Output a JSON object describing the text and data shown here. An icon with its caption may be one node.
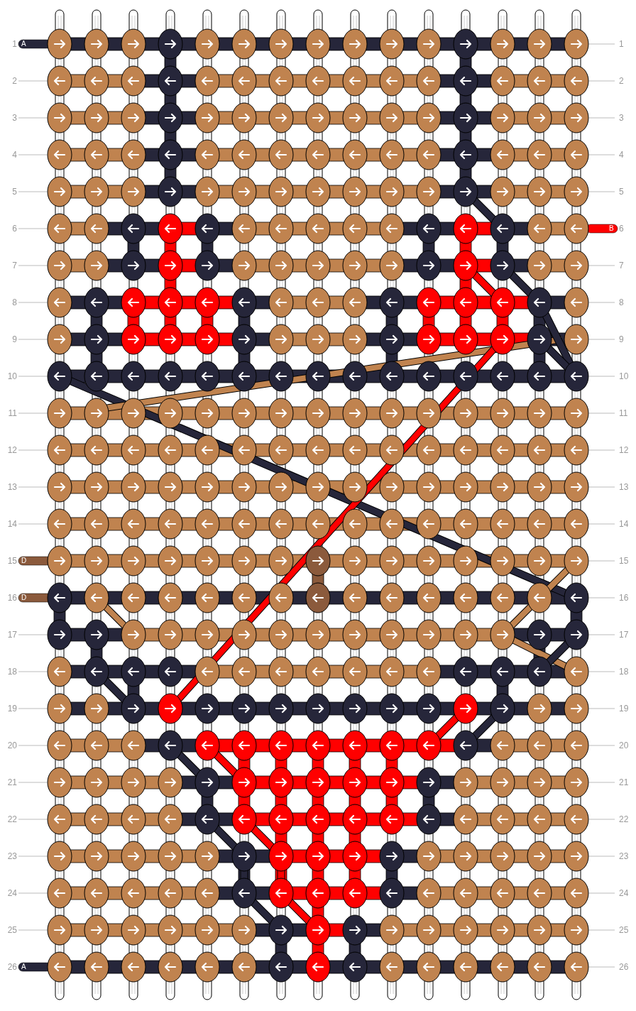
{
  "diagram": {
    "labels": [
      "1",
      "A",
      "1",
      "2",
      "2",
      "3",
      "3",
      "4",
      "4",
      "5",
      "5",
      "6",
      "B",
      "6",
      "7",
      "7",
      "8",
      "8",
      "9",
      "9",
      "10",
      "10",
      "11",
      "11",
      "12",
      "12",
      "13",
      "13",
      "14",
      "14",
      "15",
      "D",
      "15",
      "16",
      "D",
      "16",
      "17",
      "17",
      "18",
      "18",
      "19",
      "19",
      "20",
      "20",
      "21",
      "21",
      "22",
      "22",
      "23",
      "23",
      "24",
      "24",
      "25",
      "25",
      "26",
      "A",
      "26"
    ]
  }
}
